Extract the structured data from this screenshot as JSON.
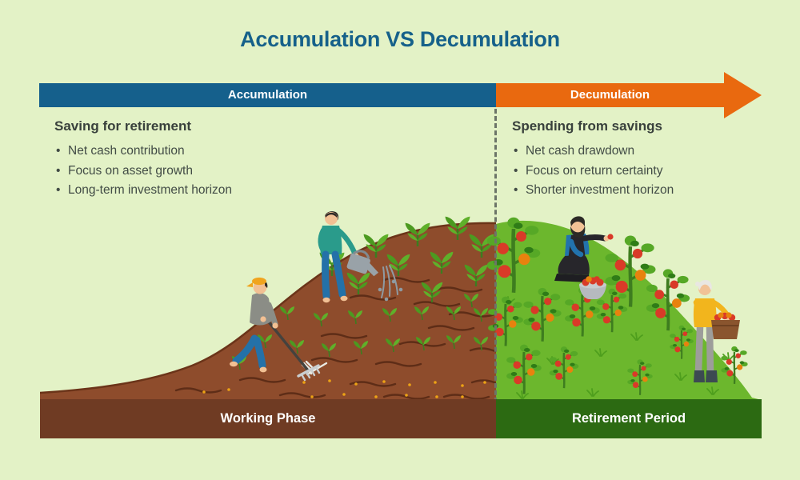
{
  "title": "Accumulation VS Decumulation",
  "arrow_banner": {
    "left": {
      "label": "Accumulation",
      "color": "#15608c"
    },
    "right": {
      "label": "Decumulation",
      "color": "#e9690f"
    }
  },
  "columns": {
    "left": {
      "heading": "Saving for retirement",
      "bullets": [
        "Net cash contribution",
        "Focus on asset growth",
        "Long-term investment horizon"
      ]
    },
    "right": {
      "heading": "Spending from savings",
      "bullets": [
        "Net cash drawdown",
        "Focus on return certainty",
        "Shorter investment horizon"
      ]
    }
  },
  "phase_bars": {
    "left": {
      "label": "Working Phase",
      "color": "#6f3b23"
    },
    "right": {
      "label": "Retirement Period",
      "color": "#2c6a12"
    }
  },
  "illustration": {
    "left_scene": "farmers raking soil and watering seedlings on a brown hill",
    "right_scene": "retirees harvesting ripe tomatoes on a green hill",
    "colors": {
      "background": "#e3f2c6",
      "soil": "#8e4c2c",
      "grass": "#6cb72d",
      "tomato_red": "#d93a28",
      "tomato_orange": "#e8820e"
    }
  }
}
